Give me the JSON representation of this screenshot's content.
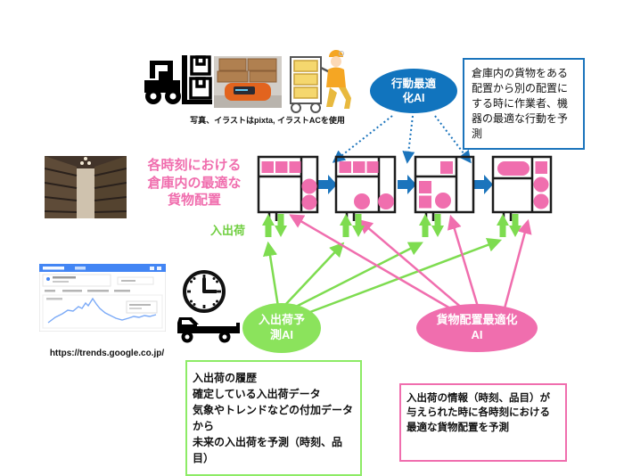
{
  "credits": {
    "caption": "写真、イラストはpixta, イラストACを使用"
  },
  "labels": {
    "warehouse_title": "各時刻における\n倉庫内の最適な\n貨物配置",
    "inout": "入出荷",
    "trends_url": "https://trends.google.co.jp/"
  },
  "ellipses": {
    "behavior_ai": "行動最適\n化AI",
    "inout_ai": "入出荷予\n測AI",
    "placement_ai": "貨物配置最適化\nAI"
  },
  "info_boxes": {
    "behavior": "倉庫内の貨物をある配置から別の配置にする時に作業者、機器の最適な行動を予測",
    "inout": "入出荷の履歴\n確定している入出荷データ\n気象やトレンドなどの付加データ\nから\n未来の入出荷を予測（時刻、品目）",
    "placement": "入出荷の情報（時刻、品目）が与えられた時に各時刻における最適な貨物配置を予測"
  },
  "icons": {
    "top_left": [
      "forklift-icon",
      "agv-robot-photo",
      "cart-worker-illustration"
    ],
    "middle_left": [
      "warehouse-photo"
    ],
    "bottom_left": [
      "trends-screenshot",
      "clock-icon",
      "truck-icon"
    ]
  },
  "colors": {
    "blue": "#1B74BC",
    "blue_ellipse": "#1174BE",
    "pink": "#F06EAE",
    "green_arrow": "#7EDC50",
    "green_ellipse": "#8BE35C",
    "green_label": "#6FCE3F",
    "green_box_border": "#8DEB66",
    "trends_header_blue": "#4285F4",
    "trends_line_blue": "#7BAAF7"
  }
}
